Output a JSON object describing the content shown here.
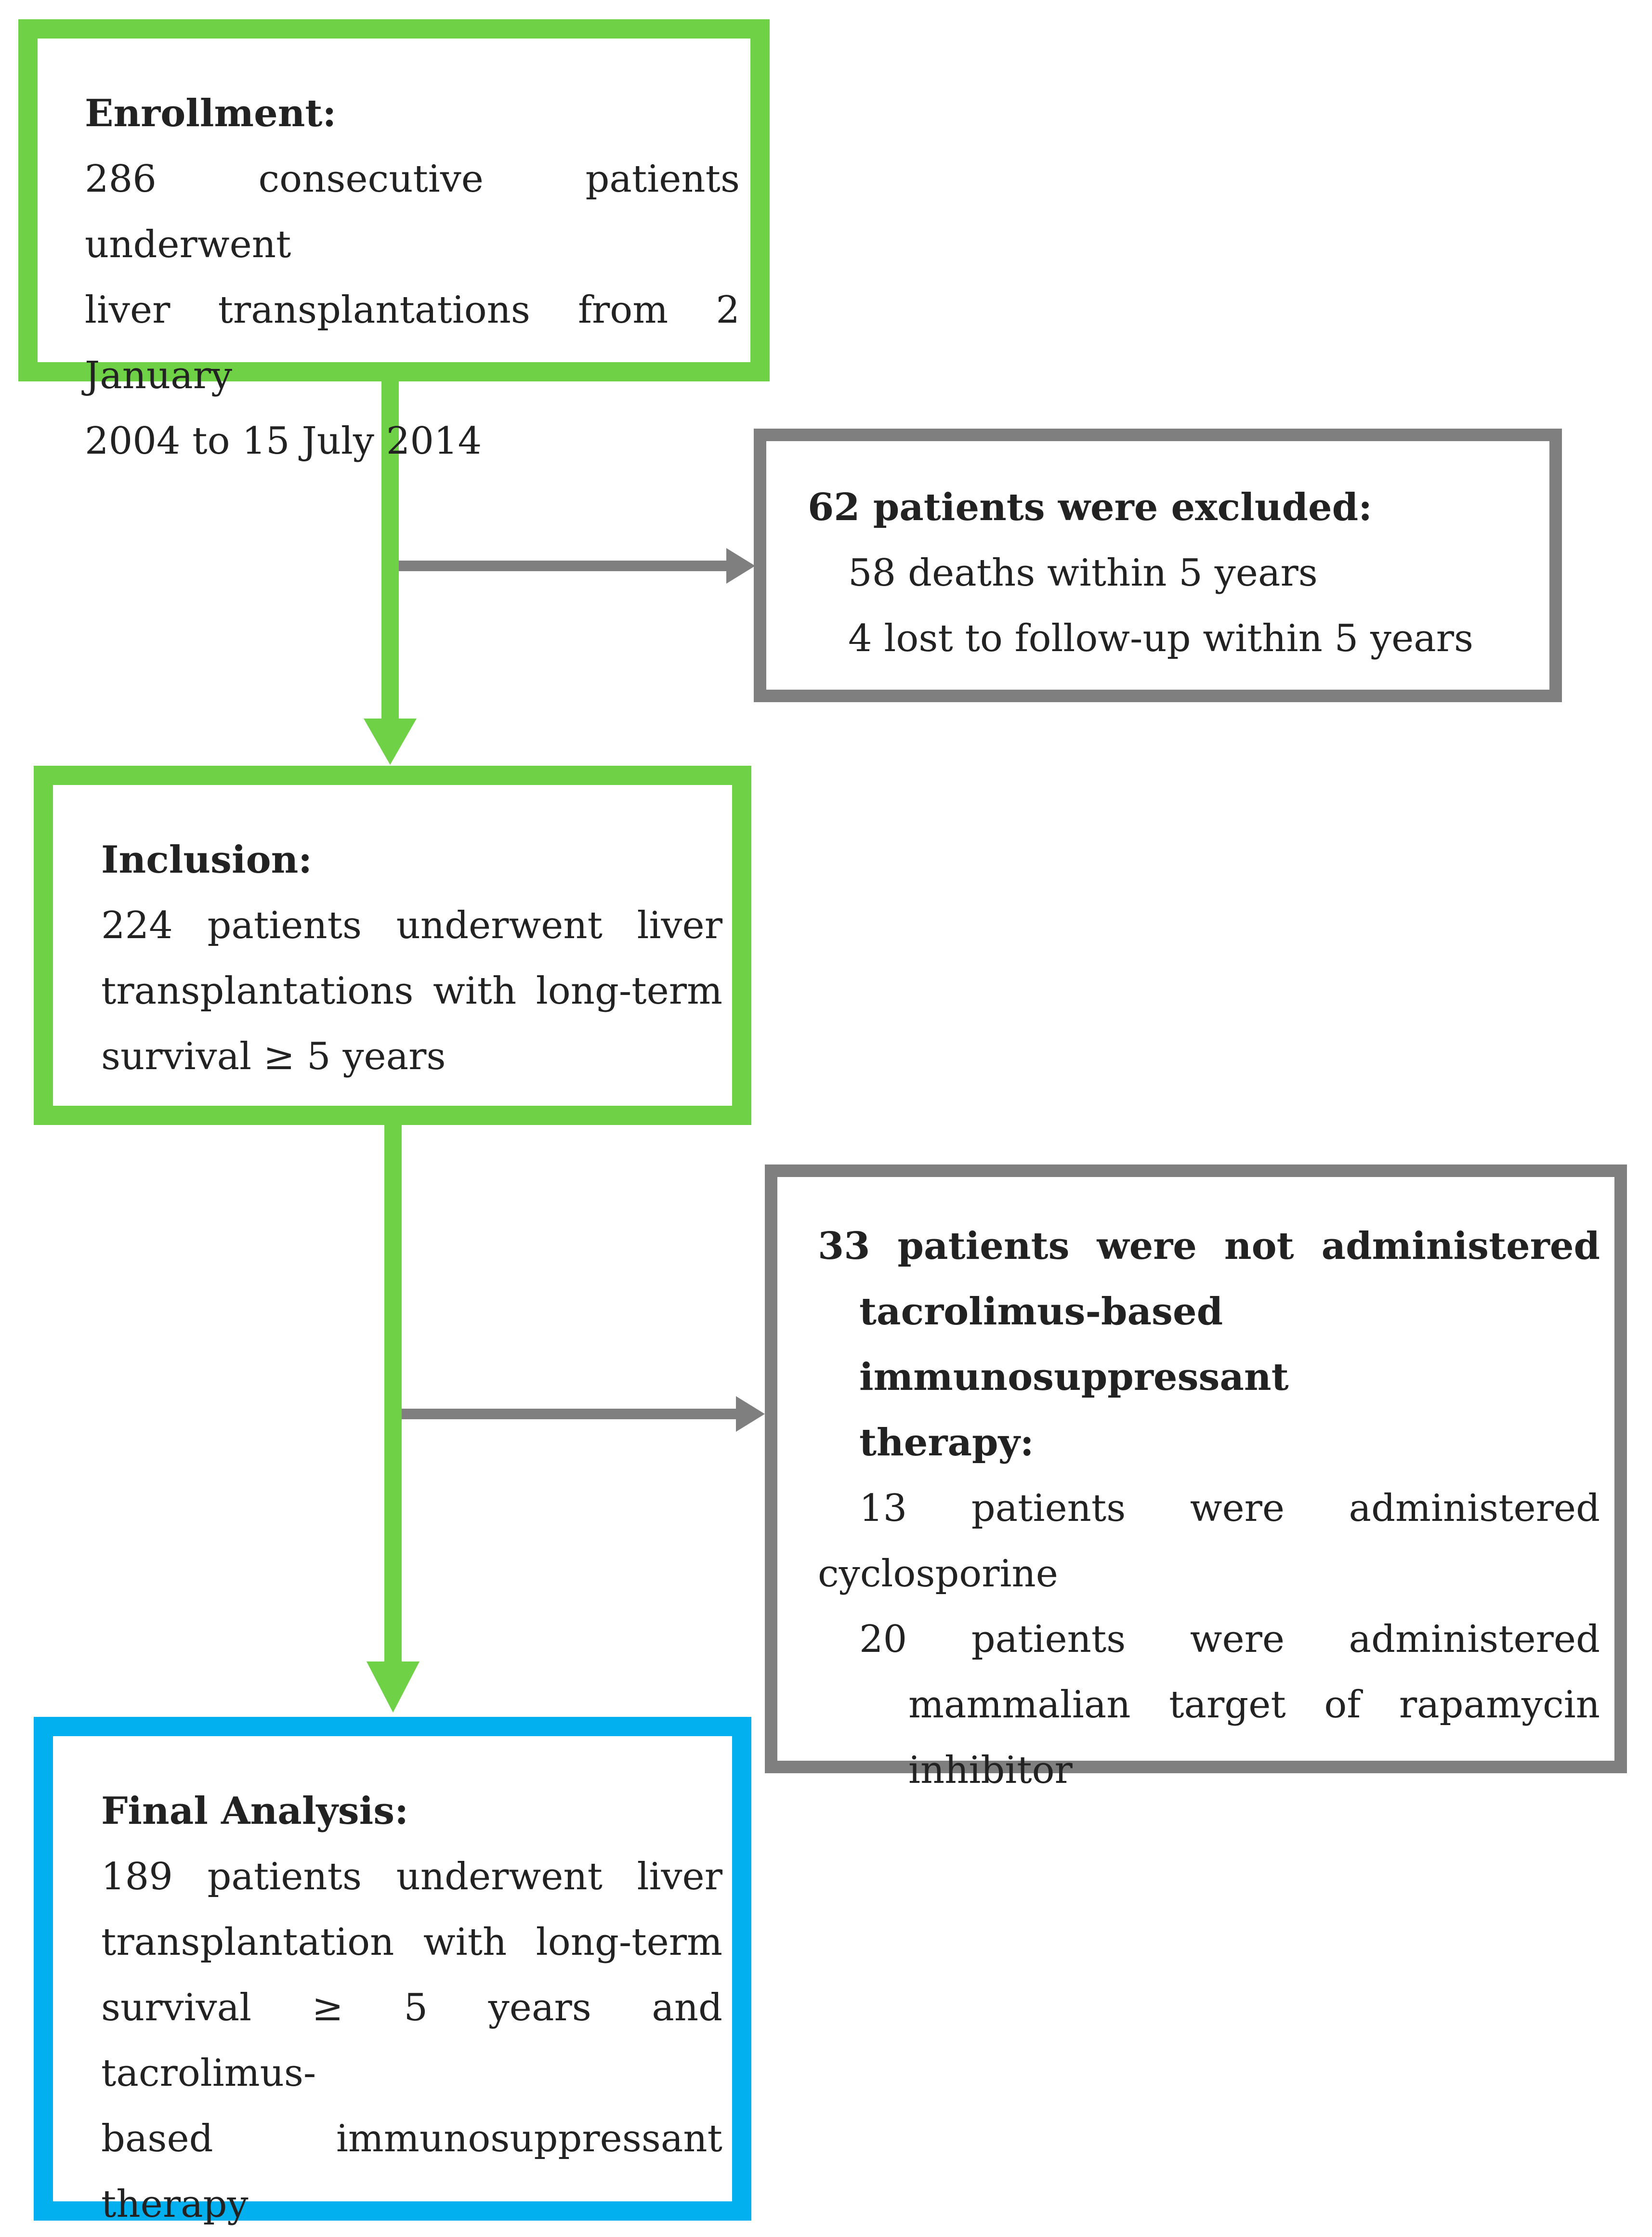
{
  "enrollment": {
    "heading": "Enrollment:",
    "lines": [
      "286 consecutive patients underwent",
      "liver transplantations from 2 January",
      "2004 to 15 July 2014"
    ]
  },
  "exclusion_1": {
    "heading": "62 patients were excluded:",
    "items": [
      "58 deaths within 5 years",
      "4 lost to follow-up within 5 years"
    ]
  },
  "inclusion": {
    "heading": "Inclusion:",
    "lines": [
      "224 patients underwent liver",
      "transplantations with long-term",
      "survival ≥ 5 years"
    ]
  },
  "exclusion_2": {
    "heading_lines": [
      "33 patients were not administered",
      "tacrolimus-based immunosuppressant",
      "therapy:"
    ],
    "item_1_lines": [
      "13 patients were administered",
      "cyclosporine"
    ],
    "item_2_lines": [
      "20 patients were administered",
      "mammalian target of rapamycin",
      "inhibitor"
    ]
  },
  "final_analysis": {
    "heading": "Final Analysis:",
    "lines": [
      "189 patients underwent liver",
      "transplantation with long-term",
      "survival ≥ 5 years and tacrolimus-",
      "based immunosuppressant",
      "therapy"
    ]
  },
  "colors": {
    "main_flow": "#6fd246",
    "exclusion": "#7f7f7f",
    "final": "#02b0f0"
  }
}
